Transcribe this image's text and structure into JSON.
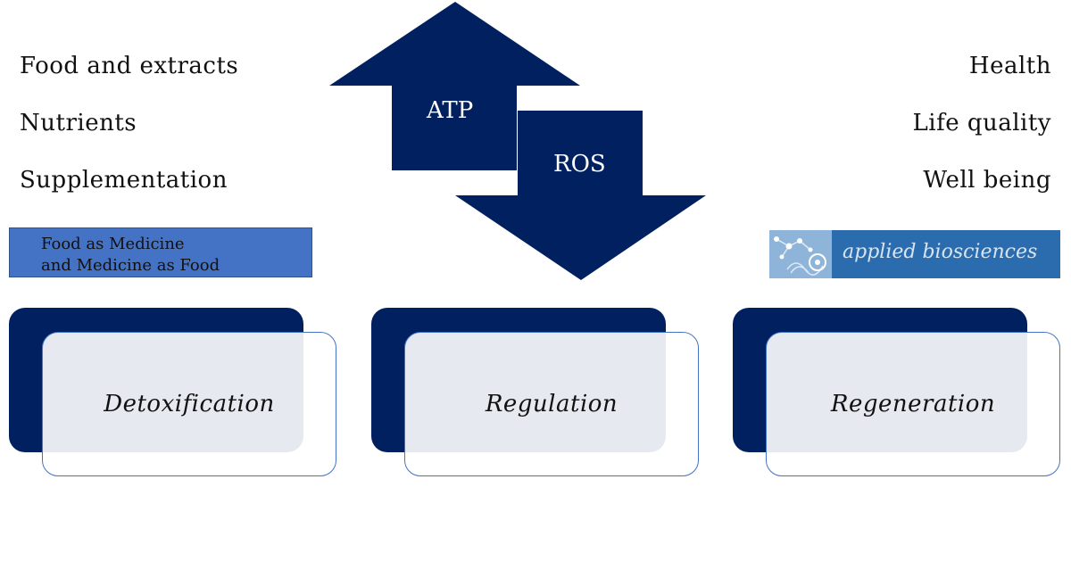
{
  "left_list": [
    "Food and extracts",
    "Nutrients",
    "Supplementation"
  ],
  "right_list": [
    "Health",
    "Life quality",
    "Well being"
  ],
  "arrows": {
    "up_label": "ATP",
    "down_label": "ROS",
    "color": "#002060"
  },
  "banner": {
    "line1": "Food as Medicine",
    "line2": "and Medicine as Food",
    "color": "#4472c4"
  },
  "logo": {
    "text": "applied biosciences",
    "color": "#2b6cae"
  },
  "cards": [
    "Detoxification",
    "Regulation",
    "Regeneration"
  ],
  "colors": {
    "navy": "#002060",
    "card_border": "#4472c4"
  }
}
